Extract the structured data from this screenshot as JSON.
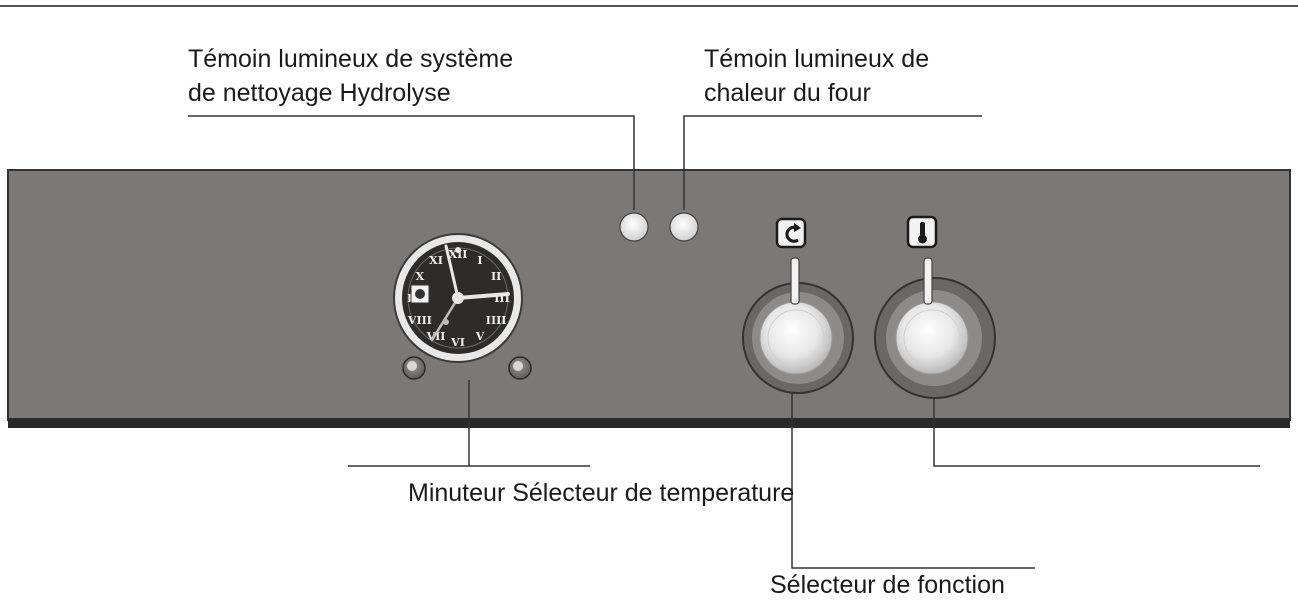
{
  "labels": {
    "hydrolysis_indicator_line1": "Témoin lumineux de système",
    "hydrolysis_indicator_line2": "de nettoyage Hydrolyse",
    "heat_indicator_line1": "Témoin lumineux de",
    "heat_indicator_line2": "chaleur du four",
    "timer_and_temperature": "Minuteur Sélecteur de temperature",
    "function_selector": "Sélecteur de fonction"
  },
  "timer": {
    "numerals": [
      "XII",
      "I",
      "II",
      "III",
      "IIII",
      "V",
      "VI",
      "VII",
      "VIII",
      "IX",
      "X",
      "XI"
    ]
  },
  "colors": {
    "panel": "#7b7978",
    "panel_bottom": "#2a2a2a",
    "line": "#333333",
    "indicator": "#e4e4e4",
    "knob_light": "#f2f2f2"
  },
  "icons": {
    "function_symbol": "rotating-arrows-icon",
    "temperature_symbol": "thermometer-icon"
  }
}
